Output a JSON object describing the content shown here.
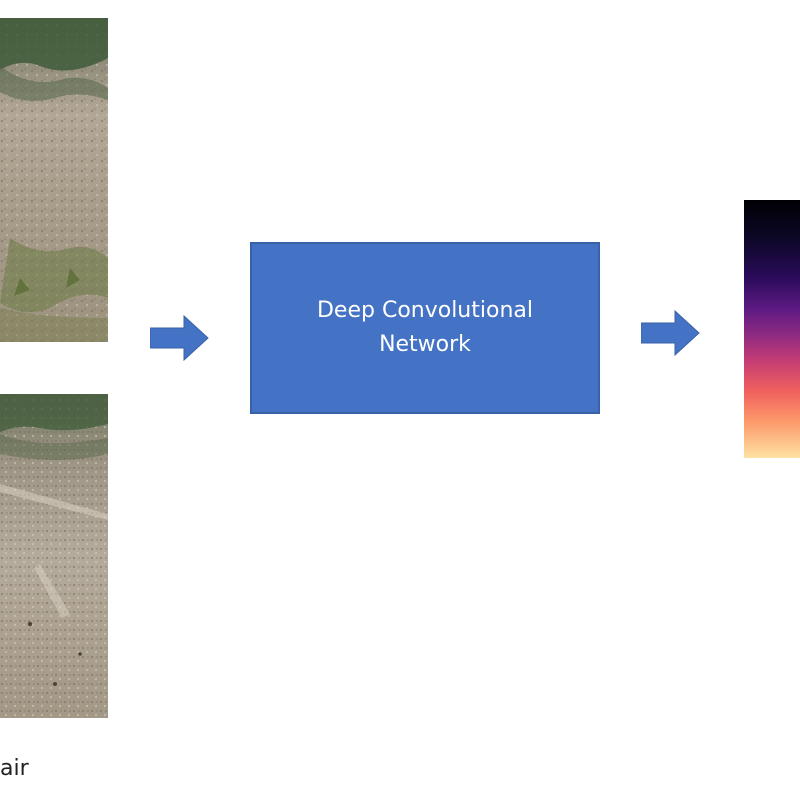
{
  "network_box": {
    "label_line1": "Deep Convolutional",
    "label_line2": "Network",
    "color": "#4472c4"
  },
  "arrow_color": "#4472c4",
  "caption": "air",
  "colors": {
    "output_map_top": "#000004",
    "output_map_mid": "#8c2981",
    "output_map_bottom": "#fde2a3"
  }
}
